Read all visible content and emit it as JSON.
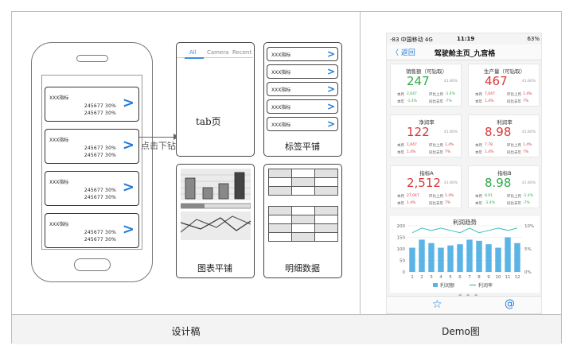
{
  "captions": {
    "left": "设计稿",
    "right": "Demo图"
  },
  "wireframe": {
    "cards": [
      {
        "title": "XXX指标",
        "row1": "245677   30%",
        "row2": "245677   30%"
      },
      {
        "title": "XXX指标",
        "row1": "245677   30%",
        "row2": "245677   30%"
      },
      {
        "title": "XXX指标",
        "row1": "245677   30%",
        "row2": "245677   30%"
      },
      {
        "title": "XXX指标",
        "row1": "245677   30%",
        "row2": "245677   30%"
      }
    ],
    "chevron": ">",
    "arrow_label": "点击下钻",
    "tab_panel": {
      "tabs": [
        "All",
        "Camera",
        "Recent"
      ],
      "caption": "tab页"
    },
    "tag_panel": {
      "items": [
        "XXX指标",
        "XXX指标",
        "XXX指标",
        "XXX指标",
        "XXX指标"
      ],
      "caption": "标签平铺"
    },
    "chart_panel": {
      "caption": "图表平铺"
    },
    "detail_panel": {
      "caption": "明细数据"
    }
  },
  "demo": {
    "status": {
      "left": "-83 中国移动  4G",
      "time": "11:19",
      "right": "63%"
    },
    "nav": {
      "back": "〈 返回",
      "title": "驾驶舱主页_九宫格"
    },
    "kpis": [
      {
        "title": "销售额（可钻取）",
        "value": "247",
        "color": "green",
        "pct": "41.80%",
        "l1": "本月",
        "v1": "2,047",
        "l2": "环比上月",
        "v2": "-1.4%",
        "l3": "本年",
        "v3": "-1.4%",
        "l4": "同比去年",
        "v4": "-7%"
      },
      {
        "title": "生产量（可钻取）",
        "value": "467",
        "color": "red",
        "pct": "41.80%",
        "l1": "本月",
        "v1": "7,047",
        "l2": "环比上月",
        "v2": "1.4%",
        "l3": "本年",
        "v3": "1.4%",
        "l4": "同比去年",
        "v4": "7%"
      },
      {
        "title": "净润率",
        "value": "122",
        "color": "red",
        "pct": "41.80%",
        "l1": "本月",
        "v1": "1,047",
        "l2": "环比上月",
        "v2": "1.4%",
        "l3": "本年",
        "v3": "1.4%",
        "l4": "同比去年",
        "v4": "7%"
      },
      {
        "title": "利润率",
        "value": "8.98",
        "color": "red",
        "pct": "41.80%",
        "l1": "本月",
        "v1": "7.78",
        "l2": "环比上月",
        "v2": "1.4%",
        "l3": "本年",
        "v3": "1.4%",
        "l4": "同比去年",
        "v4": "7%"
      },
      {
        "title": "指标A",
        "value": "2,512",
        "color": "red",
        "pct": "41.80%",
        "l1": "本月",
        "v1": "27,047",
        "l2": "环比上月",
        "v2": "1.4%",
        "l3": "本年",
        "v3": "1.4%",
        "l4": "同比去年",
        "v4": "7%"
      },
      {
        "title": "指标B",
        "value": "8.98",
        "color": "green",
        "pct": "41.80%",
        "l1": "本月",
        "v1": "8.01",
        "l2": "环比上月",
        "v2": "-1.4%",
        "l3": "本年",
        "v3": "-1.4%",
        "l4": "同比去年",
        "v4": "-7%"
      }
    ],
    "tabbar": {
      "star": "☆",
      "at": "@"
    }
  },
  "chart_data": {
    "type": "bar",
    "title": "利润趋势",
    "categories": [
      "1",
      "2",
      "3",
      "4",
      "5",
      "6",
      "7",
      "8",
      "9",
      "10",
      "11",
      "12"
    ],
    "series": [
      {
        "name": "利润额",
        "type": "bar",
        "axis": "left",
        "color": "#5ab4e6",
        "values": [
          105,
          140,
          125,
          105,
          115,
          120,
          140,
          135,
          120,
          105,
          150,
          125
        ]
      },
      {
        "name": "利润率",
        "type": "line",
        "axis": "right",
        "color": "#3cc0b8",
        "values": [
          8.5,
          9.5,
          9.0,
          9.5,
          9.0,
          8.5,
          9.5,
          8.5,
          9.0,
          9.5,
          9.0,
          9.5
        ]
      }
    ],
    "ylim_left": [
      0,
      200
    ],
    "yticks_left": [
      "0",
      "50",
      "100",
      "150",
      "200"
    ],
    "ylim_right": [
      0,
      10
    ],
    "yticks_right": [
      "0%",
      "5%",
      "10%"
    ],
    "legend": "bottom",
    "grid": true
  }
}
